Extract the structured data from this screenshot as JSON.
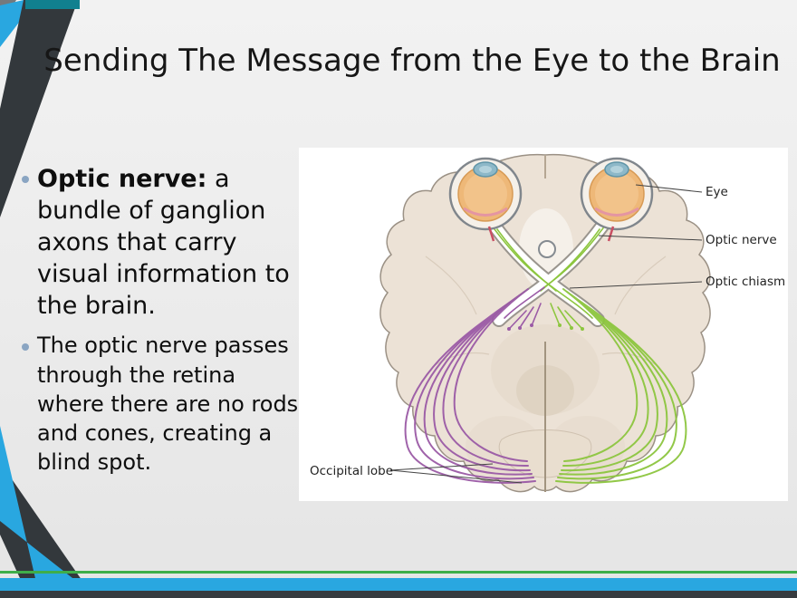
{
  "slide": {
    "title": "Sending The Message from the Eye to the Brain",
    "bullets": [
      {
        "lead": "Optic nerve:",
        "text": " a bundle of ganglion axons that carry visual information to the brain."
      },
      {
        "lead": "",
        "text": "The optic nerve passes through the retina where there are no rods and cones, creating a blind spot."
      }
    ]
  },
  "diagram": {
    "labels": {
      "eye": "Eye",
      "optic_nerve": "Optic nerve",
      "optic_chiasm": "Optic chiasm",
      "occipital_lobe": "Occipital lobe"
    }
  },
  "colors": {
    "accent_blue": "#29a7e0",
    "accent_green_line": "#3fae49",
    "stripe_dark": "#33383c",
    "corner_teal": "#11808f",
    "fiber_purple": "#9b5ba6",
    "fiber_green": "#8dc63f",
    "bullet_dot": "#8aa5c2",
    "brain_fill": "#ece2d6"
  }
}
